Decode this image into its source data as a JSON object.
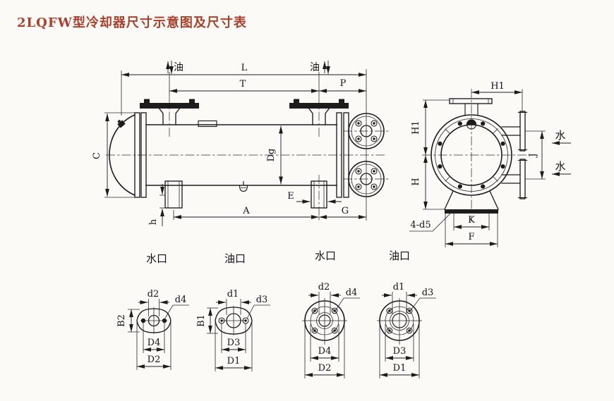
{
  "title": {
    "text": "2LQFW型冷却器尺寸示意图及尺寸表",
    "color": "#a8402e"
  },
  "colors": {
    "ink": "#1c1c1c",
    "paper": "#fbfaf6",
    "title": "#a8402e"
  },
  "side_view": {
    "oil_left": "油",
    "oil_right": "油",
    "dim_L": "L",
    "dim_T": "T",
    "dim_P": "P",
    "dim_C": "C",
    "dim_Dg": "Dg",
    "dim_A": "A",
    "dim_E": "E",
    "dim_G": "G",
    "dim_h": "h"
  },
  "end_view": {
    "dim_H1_top": "H1",
    "dim_H1_left": "H1",
    "dim_H_left": "H",
    "dim_J": "J",
    "dim_K": "K",
    "dim_F": "F",
    "water_upper": "水",
    "water_lower": "水",
    "foot_holes": "4-d5"
  },
  "ports": [
    {
      "title": "水口",
      "shape": "oval",
      "hole_dim": "d2",
      "bolt_dim": "d4",
      "height_dim": "B2",
      "bolt_span_dim": "D4",
      "width_dim": "D2"
    },
    {
      "title": "油口",
      "shape": "oval",
      "hole_dim": "d1",
      "bolt_dim": "d3",
      "height_dim": "B1",
      "bolt_span_dim": "D3",
      "width_dim": "D1"
    },
    {
      "title": "水口",
      "shape": "round",
      "hole_dim": "d2",
      "bolt_dim": "d4",
      "bolt_span_dim": "D4",
      "width_dim": "D2"
    },
    {
      "title": "油口",
      "shape": "round",
      "hole_dim": "d1",
      "bolt_dim": "d3",
      "bolt_span_dim": "D3",
      "width_dim": "D1"
    }
  ]
}
